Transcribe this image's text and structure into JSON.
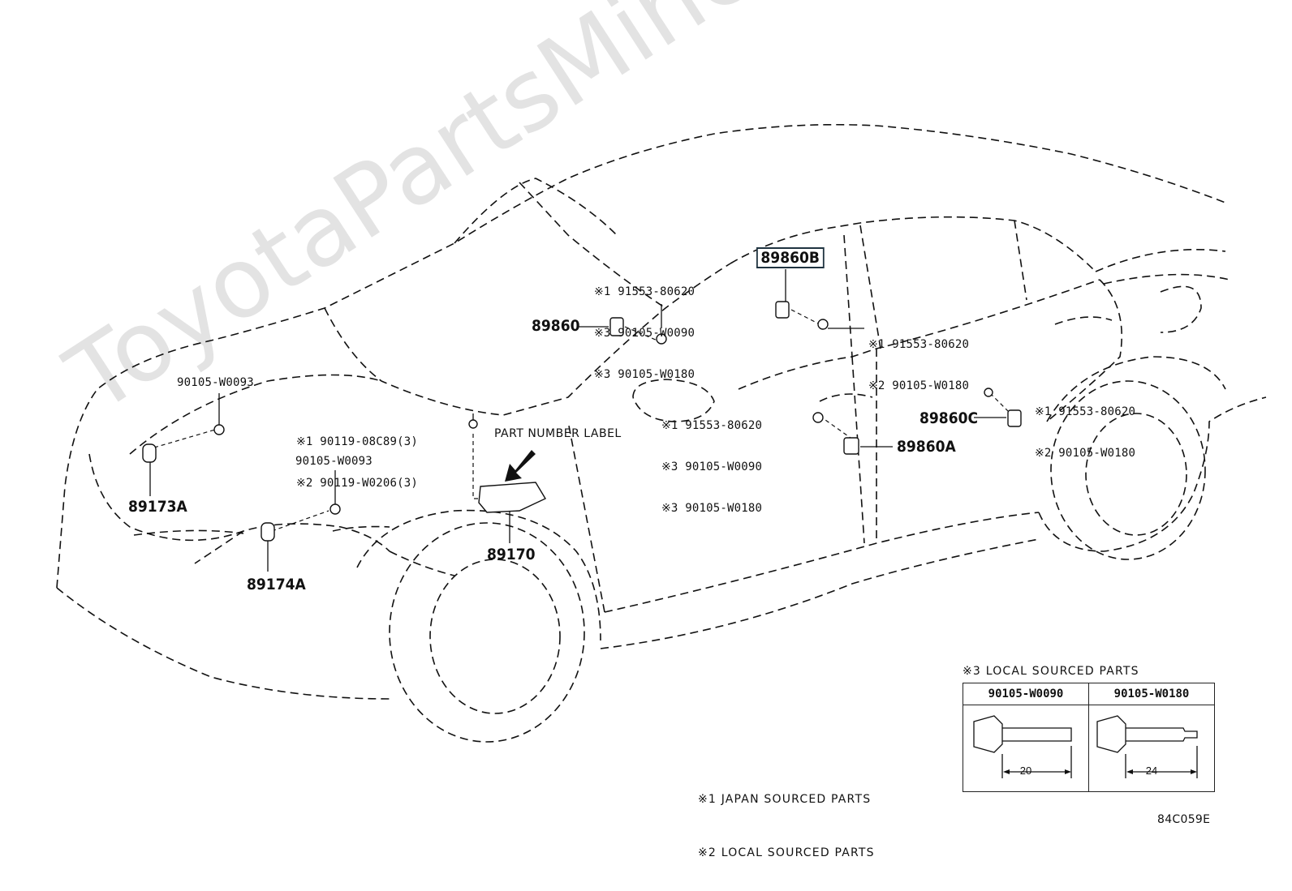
{
  "watermark": "ToyotaPartsMine.ru",
  "header_labels": {
    "sensor_front_center": "89860",
    "sensor_b_pillar": "89860B",
    "sensor_front_door": "89860A",
    "sensor_rear": "89860C",
    "sensor_front_left": "89173A",
    "sensor_front_right": "89174A",
    "airbag_ecu": "89170"
  },
  "callouts": {
    "c1": [
      "※1 91553-80620",
      "※3 90105-W0090",
      "※3 90105-W0180"
    ],
    "c2": [
      "※1 91553-80620",
      "※2 90105-W0180"
    ],
    "c3": [
      "※1 91553-80620",
      "※3 90105-W0090",
      "※3 90105-W0180"
    ],
    "c4": [
      "※1 91553-80620",
      "※2 90105-W0180"
    ],
    "c5": [
      "※1 90119-08C89(3)",
      "※2 90119-W0206(3)"
    ],
    "c6": "90105-W0093",
    "c7": "90105-W0093"
  },
  "part_number_label": "PART NUMBER LABEL",
  "notes": [
    "※1 JAPAN SOURCED PARTS",
    "※2 LOCAL SOURCED PARTS"
  ],
  "local_table": {
    "title": "※3 LOCAL SOURCED PARTS",
    "columns": [
      {
        "part": "90105-W0090",
        "length": "20"
      },
      {
        "part": "90105-W0180",
        "length": "24"
      }
    ]
  },
  "figure_code": "84C059E"
}
